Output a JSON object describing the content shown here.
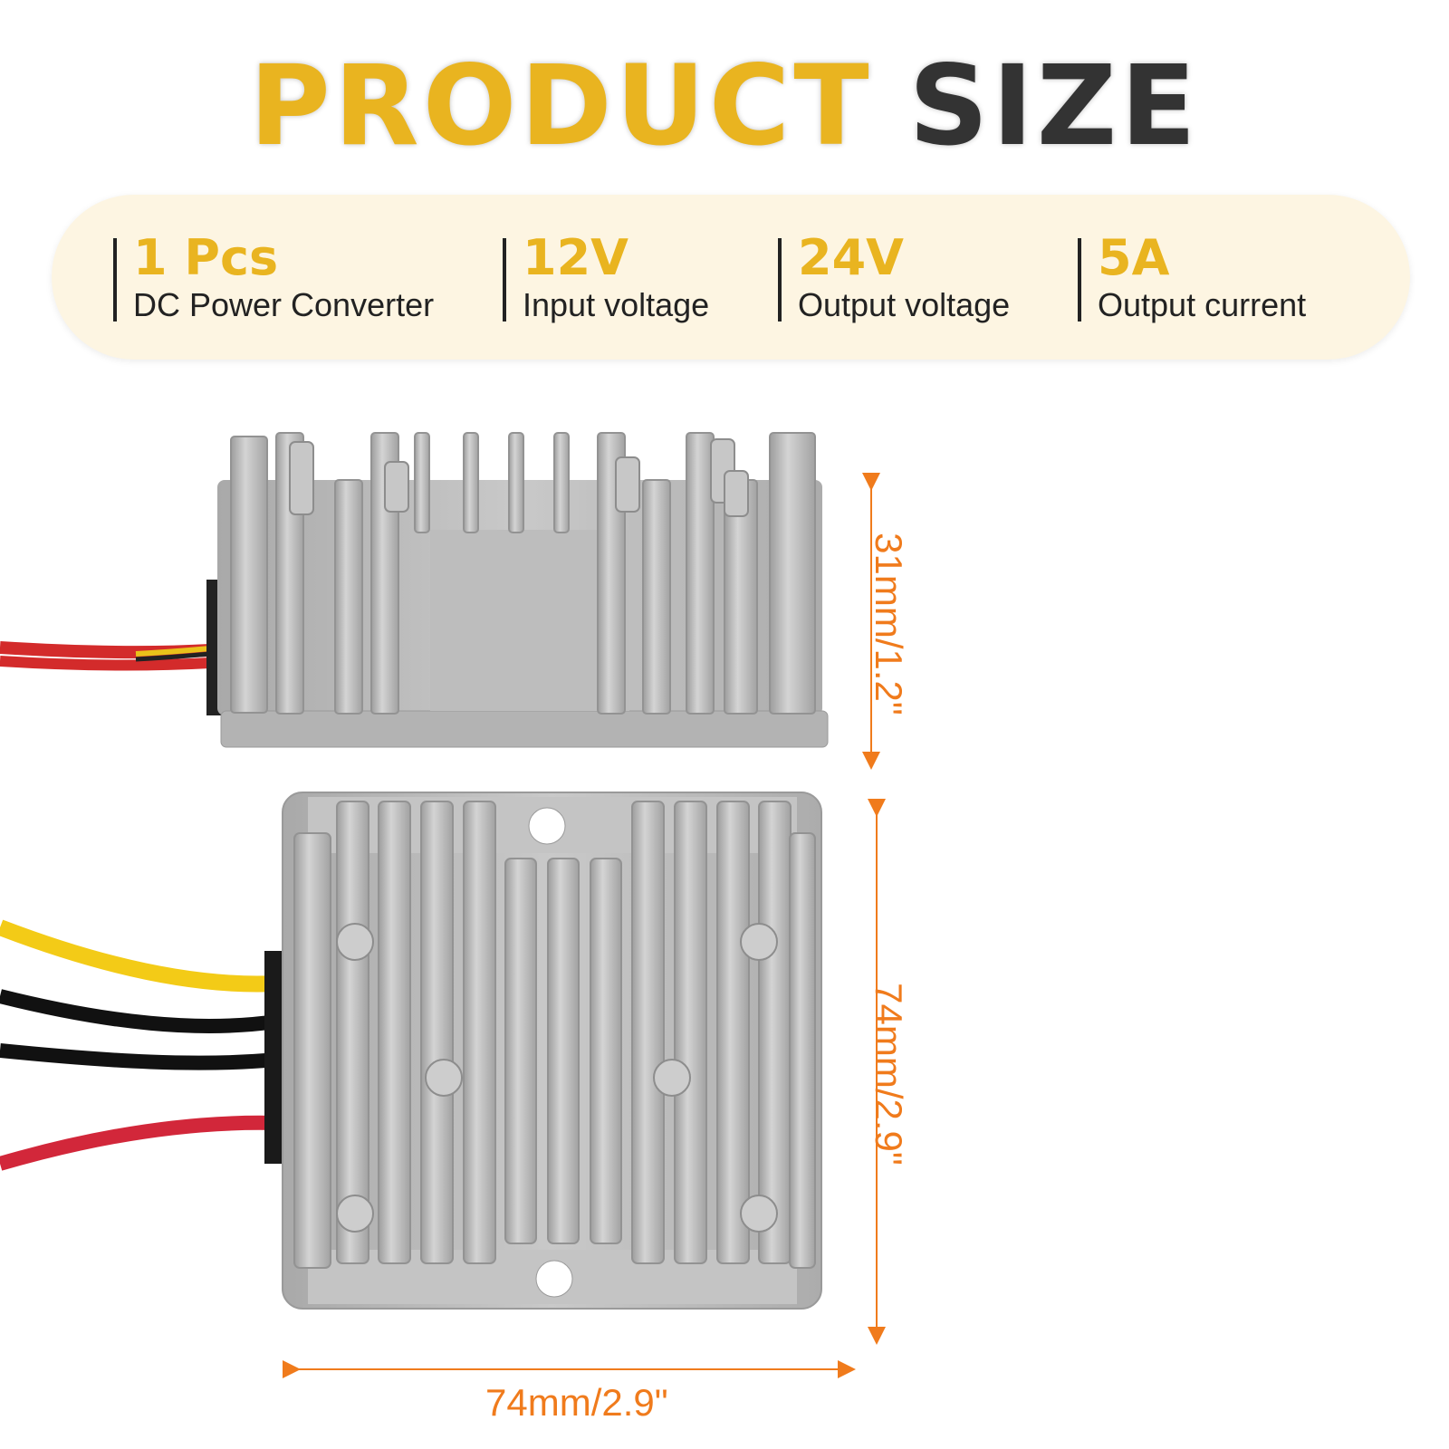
{
  "title": {
    "word1": "PRODUCT",
    "word2": "SIZE"
  },
  "specs": [
    {
      "value": "1 Pcs",
      "label": "DC Power Converter"
    },
    {
      "value": "12V",
      "label": "Input voltage"
    },
    {
      "value": "24V",
      "label": "Output voltage"
    },
    {
      "value": "5A",
      "label": "Output current"
    }
  ],
  "dimensions": {
    "height": "31mm/1.2\"",
    "length": "74mm/2.9\"",
    "width": "74mm/2.9\""
  },
  "colors": {
    "accent_yellow": "#e9b420",
    "dark_text": "#333333",
    "dimension_orange": "#f07b1c",
    "spec_background": "#fdf5e2",
    "aluminium": "#b8b8b8"
  }
}
